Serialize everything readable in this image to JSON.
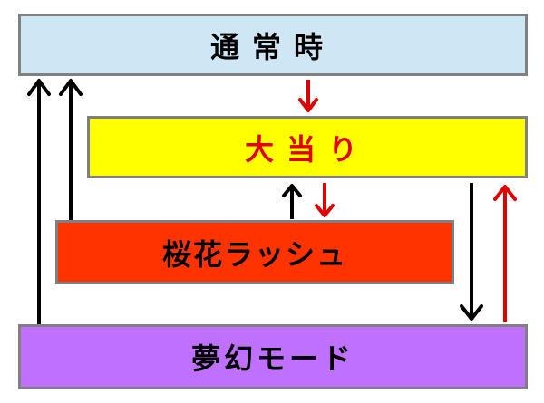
{
  "boxes": {
    "normal": {
      "label": "通常時",
      "color": "#cfe7f5"
    },
    "jackpot": {
      "label": "大当り",
      "color": "#ffff00",
      "text_color": "#e00000"
    },
    "sakura_rush": {
      "label": "桜花ラッシュ",
      "color": "#ff3300"
    },
    "mugen_mode": {
      "label": "夢幻モード",
      "color": "#c070ff"
    }
  },
  "arrow_colors": {
    "black": "#000000",
    "red": "#e00000"
  },
  "transitions": [
    {
      "from": "mugen_mode",
      "to": "normal",
      "color": "black"
    },
    {
      "from": "sakura_rush",
      "to": "normal",
      "color": "black"
    },
    {
      "from": "normal",
      "to": "jackpot",
      "color": "red"
    },
    {
      "from": "sakura_rush",
      "to": "jackpot",
      "color": "black"
    },
    {
      "from": "jackpot",
      "to": "sakura_rush",
      "color": "red"
    },
    {
      "from": "jackpot",
      "to": "mugen_mode",
      "color": "black"
    },
    {
      "from": "mugen_mode",
      "to": "jackpot",
      "color": "red"
    }
  ]
}
